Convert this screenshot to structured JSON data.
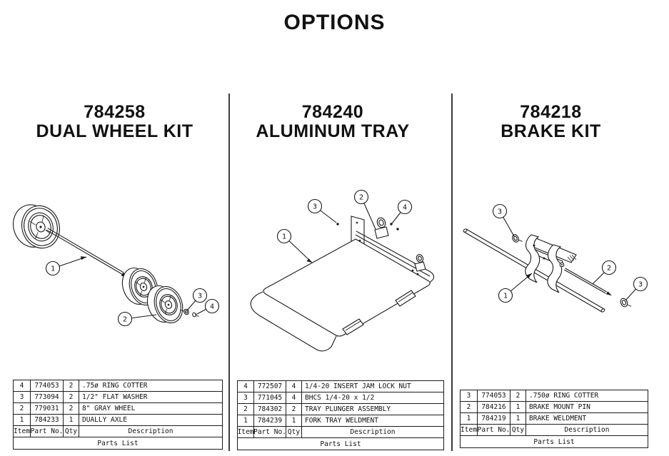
{
  "page": {
    "title": "OPTIONS"
  },
  "style": {
    "background": "#ffffff",
    "line_color": "#1a1a1a",
    "divider_color": "#3c3c3c",
    "text_color": "#111111"
  },
  "sections": [
    {
      "part_number": "784258",
      "kit_name": "DUAL WHEEL KIT",
      "callouts": [
        "1",
        "2",
        "3",
        "4"
      ],
      "table": {
        "title": "Parts List",
        "headers": {
          "item": "Item",
          "part": "Part No.",
          "qty": "Qty",
          "desc": "Description"
        },
        "rows": [
          {
            "item": "4",
            "part": "774053",
            "qty": "2",
            "desc": ".75ø RING COTTER"
          },
          {
            "item": "3",
            "part": "773094",
            "qty": "2",
            "desc": "1/2\" FLAT WASHER"
          },
          {
            "item": "2",
            "part": "779031",
            "qty": "2",
            "desc": "8\" GRAY WHEEL"
          },
          {
            "item": "1",
            "part": "784233",
            "qty": "1",
            "desc": "DUALLY AXLE"
          }
        ]
      }
    },
    {
      "part_number": "784240",
      "kit_name": "ALUMINUM TRAY",
      "callouts": [
        "1",
        "2",
        "3",
        "4"
      ],
      "table": {
        "title": "Parts List",
        "headers": {
          "item": "Item",
          "part": "Part No.",
          "qty": "Qty",
          "desc": "Description"
        },
        "rows": [
          {
            "item": "4",
            "part": "772507",
            "qty": "4",
            "desc": "1/4-20 INSERT JAM LOCK NUT"
          },
          {
            "item": "3",
            "part": "771045",
            "qty": "4",
            "desc": "BHCS 1/4-20 x 1/2"
          },
          {
            "item": "2",
            "part": "784302",
            "qty": "2",
            "desc": "TRAY PLUNGER ASSEMBLY"
          },
          {
            "item": "1",
            "part": "784239",
            "qty": "1",
            "desc": "FORK TRAY WELDMENT"
          }
        ]
      }
    },
    {
      "part_number": "784218",
      "kit_name": "BRAKE KIT",
      "callouts": [
        "1",
        "2",
        "3",
        "3"
      ],
      "table": {
        "title": "Parts List",
        "headers": {
          "item": "Item",
          "part": "Part No.",
          "qty": "Qty",
          "desc": "Description"
        },
        "rows": [
          {
            "item": "3",
            "part": "774053",
            "qty": "2",
            "desc": ".750ø RING COTTER"
          },
          {
            "item": "2",
            "part": "784216",
            "qty": "1",
            "desc": "BRAKE MOUNT PIN"
          },
          {
            "item": "1",
            "part": "784219",
            "qty": "1",
            "desc": "BRAKE WELDMENT"
          }
        ]
      }
    }
  ]
}
